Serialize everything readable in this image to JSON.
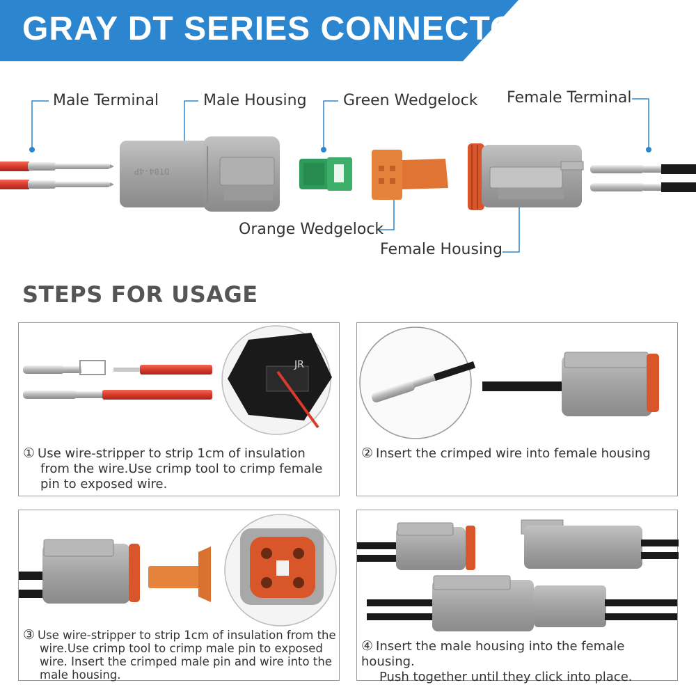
{
  "banner": {
    "title": "GRAY DT SERIES CONNECTOR",
    "color": "#2b86cf"
  },
  "labels": {
    "male_terminal": "Male Terminal",
    "male_housing": "Male Housing",
    "green_wedgelock": "Green Wedgelock",
    "female_terminal": "Female Terminal",
    "orange_wedgelock": "Orange Wedgelock",
    "female_housing": "Female Housing"
  },
  "housing_text": "DT04-4P",
  "tool_text": "JR",
  "steps_title": "STEPS FOR USAGE",
  "steps": [
    {
      "num": "①",
      "lines": [
        "Use wire-stripper to strip 1cm of insulation",
        "from the wire.Use crimp tool to crimp female",
        "pin to exposed wire."
      ]
    },
    {
      "num": "②",
      "lines": [
        "Insert the crimped wire into female housing"
      ]
    },
    {
      "num": "③",
      "lines": [
        "Use wire-stripper to strip 1cm of insulation from the",
        "wire.Use crimp tool to crimp male pin  to exposed",
        "wire. Insert the crimped male pin and wire into the",
        "male housing."
      ]
    },
    {
      "num": "④",
      "lines": [
        "Insert the male housing into the female housing.",
        "Push together until they click into place."
      ]
    }
  ],
  "colors": {
    "accent": "#2b86cf",
    "housing_gray": "#a4a4a4",
    "seal_orange": "#d9552a",
    "wedgelock_green": "#2e9b5a",
    "wedgelock_orange": "#e5823b",
    "wire_red": "#d93a2b",
    "wire_black": "#1a1a1a"
  }
}
